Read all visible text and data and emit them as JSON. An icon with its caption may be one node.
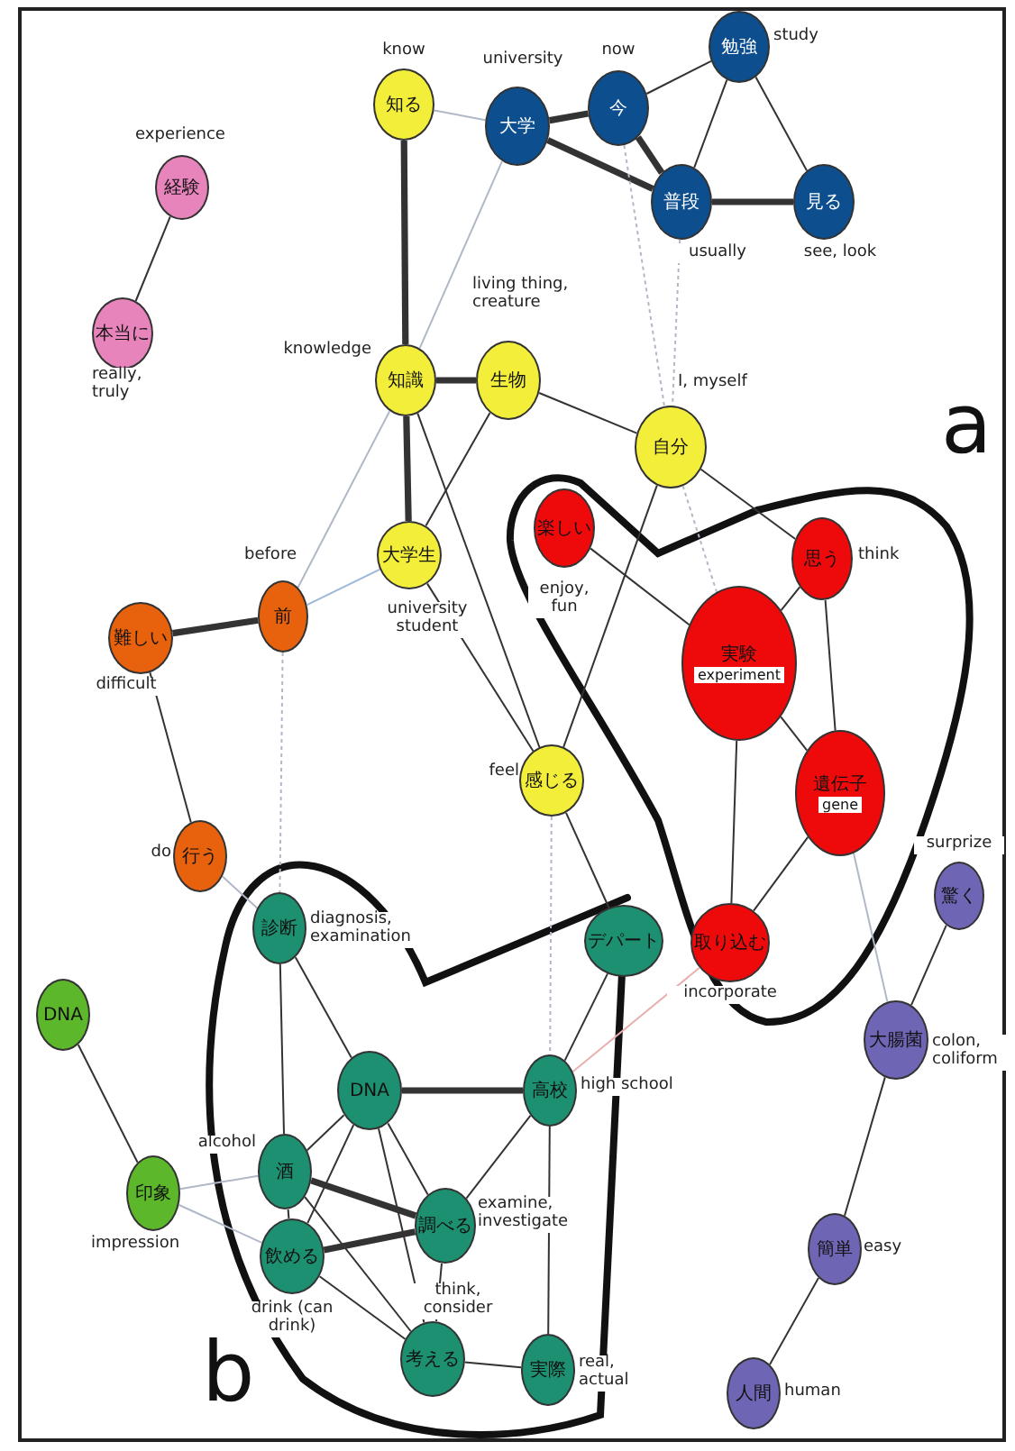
{
  "diagram": {
    "nodes": [
      {
        "text": [
          "知る"
        ],
        "beside": [
          "know"
        ]
      },
      {
        "text": [
          "大学"
        ],
        "beside": [
          "university"
        ]
      },
      {
        "text": [
          "今"
        ],
        "beside": [
          "now"
        ]
      },
      {
        "text": [
          "勉強"
        ],
        "beside": [
          "study"
        ]
      },
      {
        "text": [
          "普段"
        ],
        "beside": [
          "usually"
        ]
      },
      {
        "text": [
          "見る"
        ],
        "beside": [
          "see, look"
        ]
      },
      {
        "text": [
          "経験"
        ],
        "beside": [
          "experience"
        ]
      },
      {
        "text": [
          "本当に"
        ],
        "beside": [
          "really, truly"
        ]
      },
      {
        "text": [
          "知識"
        ],
        "beside": [
          "knowledge"
        ]
      },
      {
        "text": [
          "生物"
        ],
        "beside": [
          "living thing, creature"
        ]
      },
      {
        "text": [
          "自分"
        ],
        "beside": [
          "I, myself"
        ]
      },
      {
        "text": [
          "楽しい"
        ],
        "beside": [
          "enjoy, fun"
        ]
      },
      {
        "text": [
          "思う"
        ],
        "beside": [
          "think"
        ]
      },
      {
        "text": [
          "実験",
          "experiment"
        ]
      },
      {
        "text": [
          "大学生"
        ],
        "beside": [
          "university student"
        ]
      },
      {
        "text": [
          "前"
        ],
        "beside": [
          "before"
        ]
      },
      {
        "text": [
          "難しい"
        ],
        "beside": [
          "difficult"
        ]
      },
      {
        "text": [
          "遺伝子",
          "gene"
        ]
      },
      {
        "text": [
          "感じる"
        ],
        "beside": [
          "feel"
        ]
      },
      {
        "text": [
          "行う"
        ],
        "beside": [
          "do"
        ]
      },
      {
        "text": [
          "取り込む"
        ],
        "beside": [
          "incorporate"
        ]
      },
      {
        "text": [
          "診断"
        ],
        "beside": [
          "diagnosis, examination"
        ]
      },
      {
        "text": [
          "デパート"
        ]
      },
      {
        "text": [
          "大腸菌"
        ],
        "beside": [
          "colon, coliform"
        ]
      },
      {
        "text": [
          "驚く"
        ],
        "beside": [
          "surprize"
        ]
      },
      {
        "text": [
          "DNA"
        ]
      },
      {
        "text": [
          "DNA"
        ]
      },
      {
        "text": [
          "高校"
        ],
        "beside": [
          "high school"
        ]
      },
      {
        "text": [
          "酒"
        ],
        "beside": [
          "alcohol"
        ]
      },
      {
        "text": [
          "印象"
        ],
        "beside": [
          "impression"
        ]
      },
      {
        "text": [
          "調べる"
        ],
        "beside": [
          "examine, investigate"
        ]
      },
      {
        "text": [
          "飲める"
        ],
        "beside": [
          "drink (can drink)"
        ]
      },
      {
        "text": [
          "考える"
        ],
        "beside": [
          "think, consider"
        ]
      },
      {
        "text": [
          "実際"
        ],
        "beside": [
          "real, actual"
        ]
      },
      {
        "text": [
          "簡単"
        ],
        "beside": [
          "easy"
        ]
      },
      {
        "text": [
          "人間"
        ],
        "beside": [
          "human"
        ]
      }
    ],
    "edges": [
      {
        "from": 0,
        "to": 1,
        "arrow": "none",
        "color": "#b0b8c8"
      },
      {
        "from": 0,
        "to": 8,
        "arrow": "none",
        "style": "thick"
      },
      {
        "from": 1,
        "to": 2,
        "arrow": "none",
        "style": "thick"
      },
      {
        "from": 1,
        "to": 4,
        "arrow": "none",
        "style": "thick"
      },
      {
        "from": 2,
        "to": 4,
        "arrow": "none",
        "style": "thick"
      },
      {
        "from": 2,
        "to": 3,
        "arrow": "none"
      },
      {
        "from": 3,
        "to": 4,
        "arrow": "none"
      },
      {
        "from": 3,
        "to": 5,
        "arrow": "none"
      },
      {
        "from": 4,
        "to": 5,
        "arrow": "none",
        "style": "thick"
      },
      {
        "from": 1,
        "to": 8,
        "arrow": "none",
        "color": "#b0b8c8"
      },
      {
        "from": 2,
        "to": 10,
        "arrow": "none",
        "style": "dashed",
        "color": "#b0b8c8"
      },
      {
        "from": 4,
        "to": 10,
        "arrow": "none",
        "style": "dashed",
        "color": "#b0b8c8"
      },
      {
        "from": 6,
        "to": 7,
        "arrow": "none"
      },
      {
        "from": 8,
        "to": 9,
        "arrow": "none",
        "style": "thick"
      },
      {
        "from": 8,
        "to": 14,
        "arrow": "none",
        "style": "thick"
      },
      {
        "from": 9,
        "to": 14,
        "arrow": "none"
      },
      {
        "from": 9,
        "to": 10,
        "arrow": "none"
      },
      {
        "from": 8,
        "to": 15,
        "arrow": "none",
        "color": "#b0b8c8"
      },
      {
        "from": 8,
        "to": 18,
        "arrow": "none"
      },
      {
        "from": 14,
        "to": 15,
        "arrow": "none",
        "color": "#9ab8d8"
      },
      {
        "from": 14,
        "to": 18,
        "arrow": "none"
      },
      {
        "from": 10,
        "to": 18,
        "arrow": "none"
      },
      {
        "from": 10,
        "to": 12,
        "arrow": "none"
      },
      {
        "from": 10,
        "to": 13,
        "arrow": "none",
        "style": "dashed",
        "color": "#b0b8c8"
      },
      {
        "from": 11,
        "to": 13,
        "arrow": "none"
      },
      {
        "from": 12,
        "to": 13,
        "arrow": "none"
      },
      {
        "from": 12,
        "to": 17,
        "arrow": "none"
      },
      {
        "from": 13,
        "to": 17,
        "arrow": "none"
      },
      {
        "from": 13,
        "to": 20,
        "arrow": "none"
      },
      {
        "from": 17,
        "to": 20,
        "arrow": "none"
      },
      {
        "from": 15,
        "to": 16,
        "arrow": "none",
        "style": "thick"
      },
      {
        "from": 16,
        "to": 19,
        "arrow": "none"
      },
      {
        "from": 15,
        "to": 21,
        "arrow": "none",
        "style": "dashed",
        "color": "#b0b8c8"
      },
      {
        "from": 19,
        "to": 21,
        "arrow": "none",
        "color": "#b0b8c8"
      },
      {
        "from": 18,
        "to": 22,
        "arrow": "none"
      },
      {
        "from": 18,
        "to": 27,
        "arrow": "none",
        "style": "dashed",
        "color": "#b0b8c8"
      },
      {
        "from": 17,
        "to": 23,
        "arrow": "none",
        "color": "#b0b8c8"
      },
      {
        "from": 24,
        "to": 23,
        "arrow": "none"
      },
      {
        "from": 23,
        "to": 34,
        "arrow": "none"
      },
      {
        "from": 34,
        "to": 35,
        "arrow": "none"
      },
      {
        "from": 20,
        "to": 27,
        "arrow": "none",
        "color": "#e8b0b0"
      },
      {
        "from": 21,
        "to": 26,
        "arrow": "none"
      },
      {
        "from": 21,
        "to": 28,
        "arrow": "none"
      },
      {
        "from": 26,
        "to": 28,
        "arrow": "none"
      },
      {
        "from": 26,
        "to": 27,
        "arrow": "none",
        "style": "thick"
      },
      {
        "from": 26,
        "to": 30,
        "arrow": "none"
      },
      {
        "from": 26,
        "to": 31,
        "arrow": "none"
      },
      {
        "from": 26,
        "to": 32,
        "arrow": "none"
      },
      {
        "from": 28,
        "to": 31,
        "arrow": "none"
      },
      {
        "from": 28,
        "to": 30,
        "arrow": "none",
        "style": "thick"
      },
      {
        "from": 28,
        "to": 32,
        "arrow": "none"
      },
      {
        "from": 31,
        "to": 30,
        "arrow": "none",
        "style": "thick"
      },
      {
        "from": 31,
        "to": 32,
        "arrow": "none"
      },
      {
        "from": 30,
        "to": 32,
        "arrow": "none"
      },
      {
        "from": 27,
        "to": 30,
        "arrow": "none"
      },
      {
        "from": 27,
        "to": 33,
        "arrow": "none"
      },
      {
        "from": 32,
        "to": 33,
        "arrow": "none"
      },
      {
        "from": 22,
        "to": 27,
        "arrow": "none"
      },
      {
        "from": 25,
        "to": 29,
        "arrow": "none"
      },
      {
        "from": 29,
        "to": 28,
        "arrow": "none",
        "color": "#b0b8c8"
      },
      {
        "from": 29,
        "to": 31,
        "arrow": "none",
        "color": "#b0b8c8"
      }
    ],
    "labels": [
      "a",
      "b"
    ]
  }
}
